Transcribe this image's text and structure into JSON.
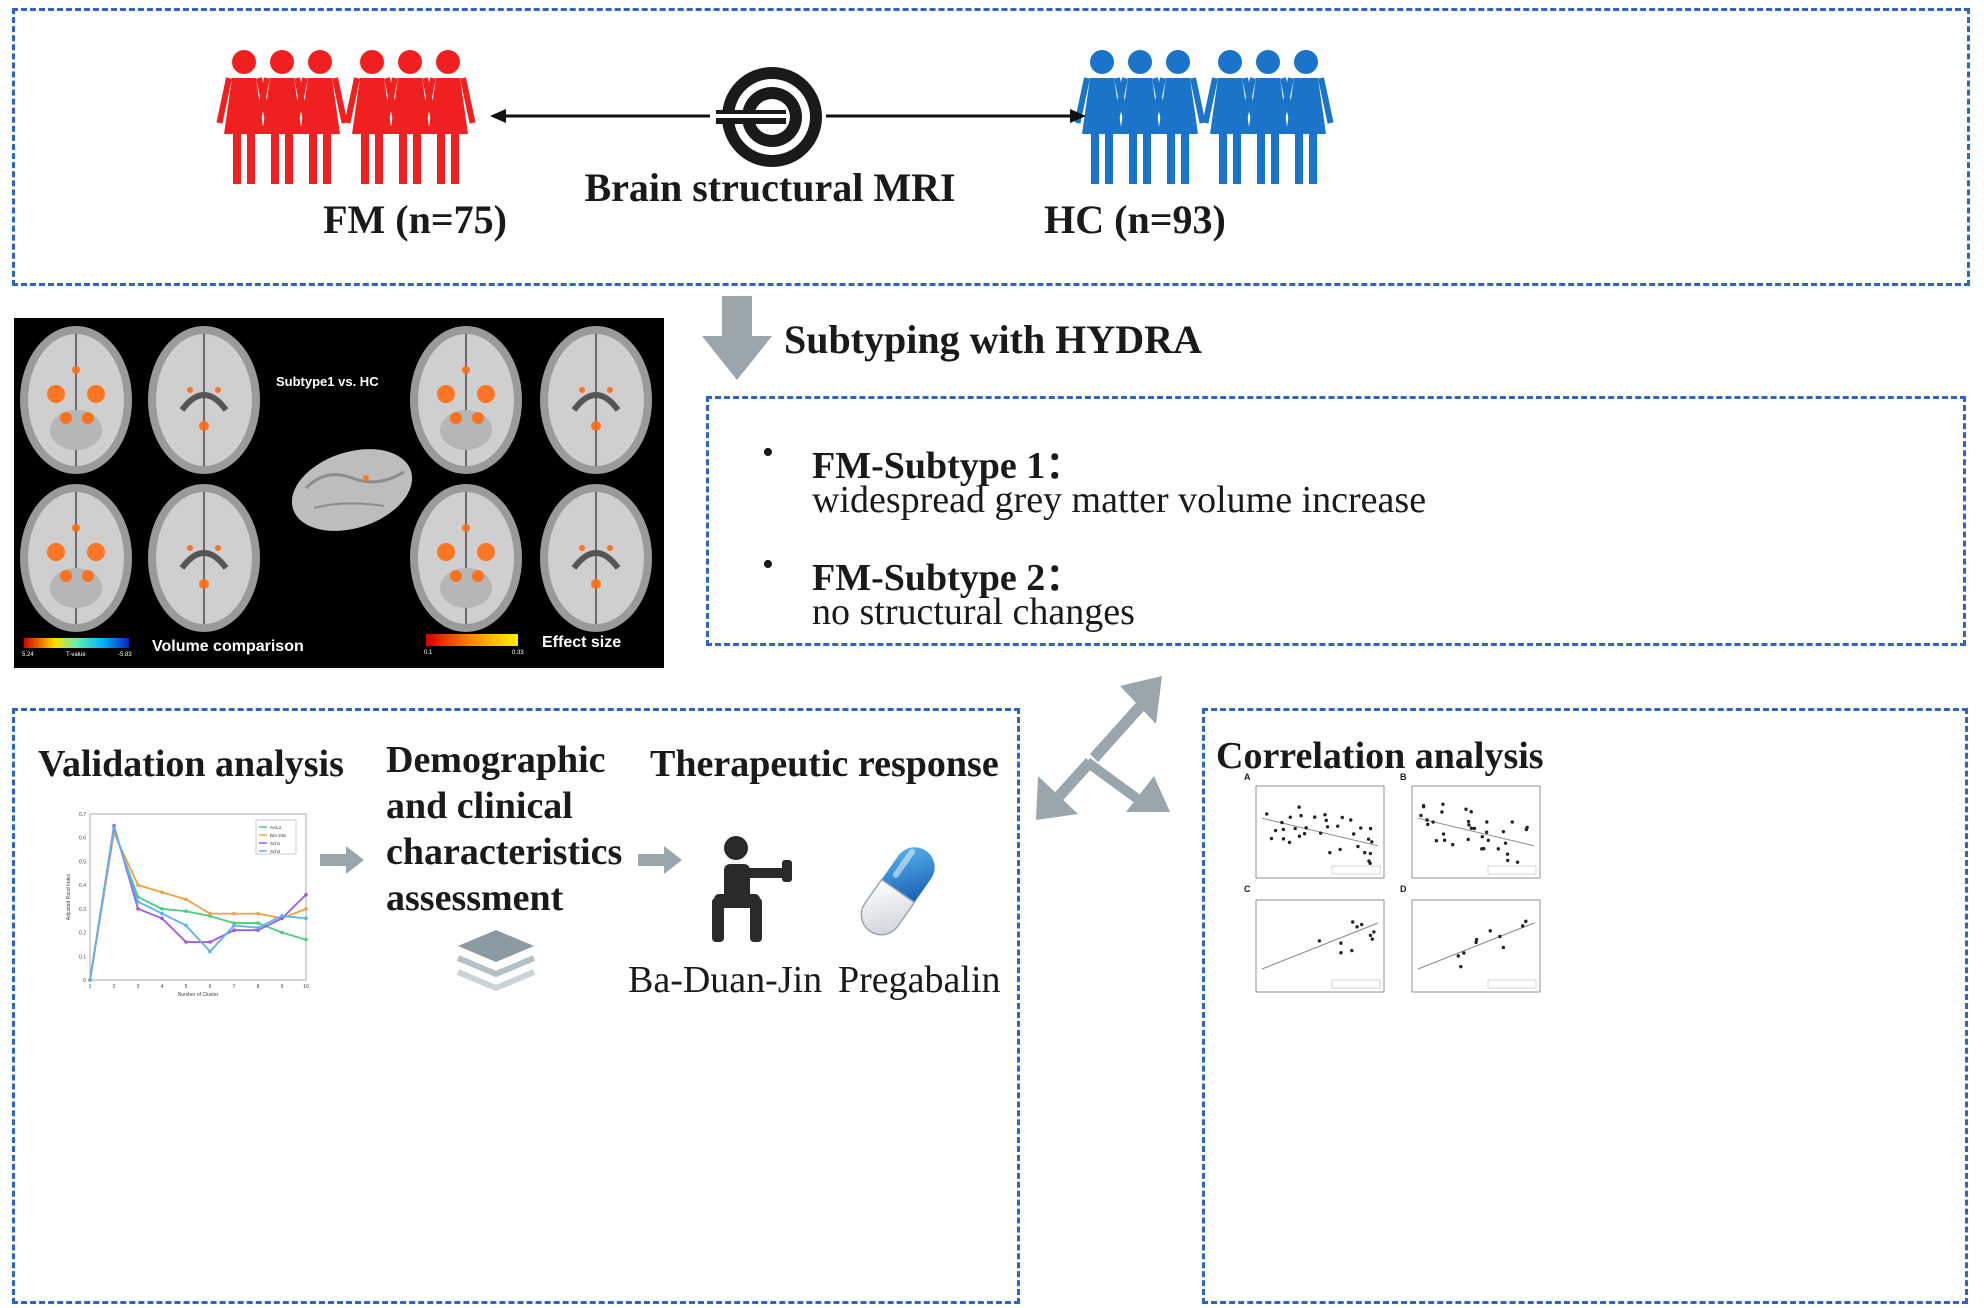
{
  "colors": {
    "fm_red": "#f02020",
    "hc_blue": "#1a74c9",
    "box_border": "#2f64c6",
    "arrow_grey": "#9aa6ac"
  },
  "top": {
    "fm_label": "FM (n=75)",
    "hc_label": "HC (n=93)",
    "mri_label": "Brain structural MRI",
    "mri_icon": "mri-scanner-icon",
    "fm_icon": "female-group-icon",
    "hc_icon": "female-group-icon"
  },
  "subtyping": {
    "label": "Subtyping with HYDRA"
  },
  "brain_panel": {
    "subtitle": "Subtype1 vs. HC",
    "volume_label": "Volume comparison",
    "effect_label": "Effect size",
    "volume_scale": {
      "min": "5.24",
      "mid": "T-value",
      "max": "-5.83"
    },
    "effect_scale": {
      "min": "0.1",
      "max": "0.33"
    }
  },
  "subtypes": {
    "items": [
      {
        "title": "FM-Subtype 1：",
        "desc": "widespread grey matter volume increase"
      },
      {
        "title": "FM-Subtype 2：",
        "desc": "no structural changes"
      }
    ]
  },
  "bottom": {
    "validation_title": "Validation analysis",
    "demographic_title": [
      "Demographic",
      "and clinical",
      "characteristics",
      "assessment"
    ],
    "therapeutic_title": "Therapeutic response",
    "ba_duan_jin": "Ba-Duan-Jin",
    "pregabalin": "Pregabalin",
    "correlation_title": "Correlation analysis",
    "correlation_panels": [
      "A",
      "B",
      "C",
      "D"
    ]
  },
  "validation_chart": {
    "xlabel": "Number of Cluster",
    "ylabel": "Adjusted Rand Index",
    "legend": [
      "AAL3",
      "Brn 246",
      "Sch1",
      "Sch2"
    ]
  },
  "chart_data": {
    "type": "line",
    "x": [
      1,
      2,
      3,
      4,
      5,
      6,
      7,
      8,
      9,
      10
    ],
    "xlim": [
      1,
      10
    ],
    "ylim": [
      0,
      0.7
    ],
    "yticks": [
      0,
      0.1,
      0.2,
      0.3,
      0.4,
      0.5,
      0.6,
      0.7
    ],
    "series": [
      {
        "name": "AAL3",
        "color": "#44d07a",
        "values": [
          0.0,
          0.63,
          0.35,
          0.3,
          0.29,
          0.27,
          0.24,
          0.24,
          0.2,
          0.17
        ]
      },
      {
        "name": "Brn 246",
        "color": "#f4a040",
        "values": [
          0.0,
          0.62,
          0.4,
          0.37,
          0.34,
          0.28,
          0.28,
          0.28,
          0.26,
          0.3
        ]
      },
      {
        "name": "Sch1",
        "color": "#a05ae0",
        "values": [
          0.0,
          0.65,
          0.3,
          0.26,
          0.16,
          0.16,
          0.21,
          0.21,
          0.26,
          0.36
        ]
      },
      {
        "name": "Sch2",
        "color": "#5ab4ee",
        "values": [
          0.0,
          0.64,
          0.33,
          0.28,
          0.23,
          0.12,
          0.23,
          0.22,
          0.27,
          0.26
        ]
      }
    ]
  }
}
